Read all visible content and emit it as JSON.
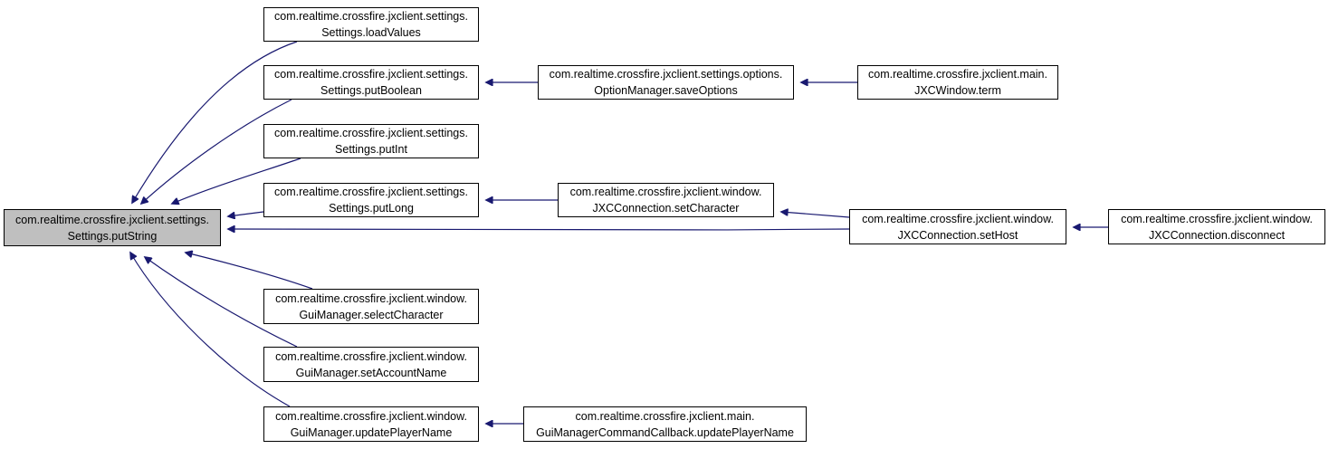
{
  "colors": {
    "edge": "#191970",
    "root_fill": "#bfbfbf",
    "node_fill": "#ffffff",
    "border": "#000000"
  },
  "nodes": {
    "root": {
      "line1": "com.realtime.crossfire.jxclient.settings.",
      "line2": "Settings.putString"
    },
    "loadValues": {
      "line1": "com.realtime.crossfire.jxclient.settings.",
      "line2": "Settings.loadValues"
    },
    "putBoolean": {
      "line1": "com.realtime.crossfire.jxclient.settings.",
      "line2": "Settings.putBoolean"
    },
    "saveOptions": {
      "line1": "com.realtime.crossfire.jxclient.settings.options.",
      "line2": "OptionManager.saveOptions"
    },
    "term": {
      "line1": "com.realtime.crossfire.jxclient.main.",
      "line2": "JXCWindow.term"
    },
    "putInt": {
      "line1": "com.realtime.crossfire.jxclient.settings.",
      "line2": "Settings.putInt"
    },
    "putLong": {
      "line1": "com.realtime.crossfire.jxclient.settings.",
      "line2": "Settings.putLong"
    },
    "setCharacter": {
      "line1": "com.realtime.crossfire.jxclient.window.",
      "line2": "JXCConnection.setCharacter"
    },
    "setHost": {
      "line1": "com.realtime.crossfire.jxclient.window.",
      "line2": "JXCConnection.setHost"
    },
    "disconnect": {
      "line1": "com.realtime.crossfire.jxclient.window.",
      "line2": "JXCConnection.disconnect"
    },
    "selectCharacter": {
      "line1": "com.realtime.crossfire.jxclient.window.",
      "line2": "GuiManager.selectCharacter"
    },
    "setAccountName": {
      "line1": "com.realtime.crossfire.jxclient.window.",
      "line2": "GuiManager.setAccountName"
    },
    "updatePlayerName": {
      "line1": "com.realtime.crossfire.jxclient.window.",
      "line2": "GuiManager.updatePlayerName"
    },
    "cmdUpdatePlayerName": {
      "line1": "com.realtime.crossfire.jxclient.main.",
      "line2": "GuiManagerCommandCallback.updatePlayerName"
    }
  },
  "edges": [
    {
      "from": "loadValues",
      "to": "root"
    },
    {
      "from": "putBoolean",
      "to": "root"
    },
    {
      "from": "putInt",
      "to": "root"
    },
    {
      "from": "putLong",
      "to": "root"
    },
    {
      "from": "setHost",
      "to": "root"
    },
    {
      "from": "selectCharacter",
      "to": "root"
    },
    {
      "from": "setAccountName",
      "to": "root"
    },
    {
      "from": "updatePlayerName",
      "to": "root"
    },
    {
      "from": "saveOptions",
      "to": "putBoolean"
    },
    {
      "from": "term",
      "to": "saveOptions"
    },
    {
      "from": "setCharacter",
      "to": "putLong"
    },
    {
      "from": "setHost",
      "to": "setCharacter"
    },
    {
      "from": "disconnect",
      "to": "setHost"
    },
    {
      "from": "cmdUpdatePlayerName",
      "to": "updatePlayerName"
    }
  ]
}
